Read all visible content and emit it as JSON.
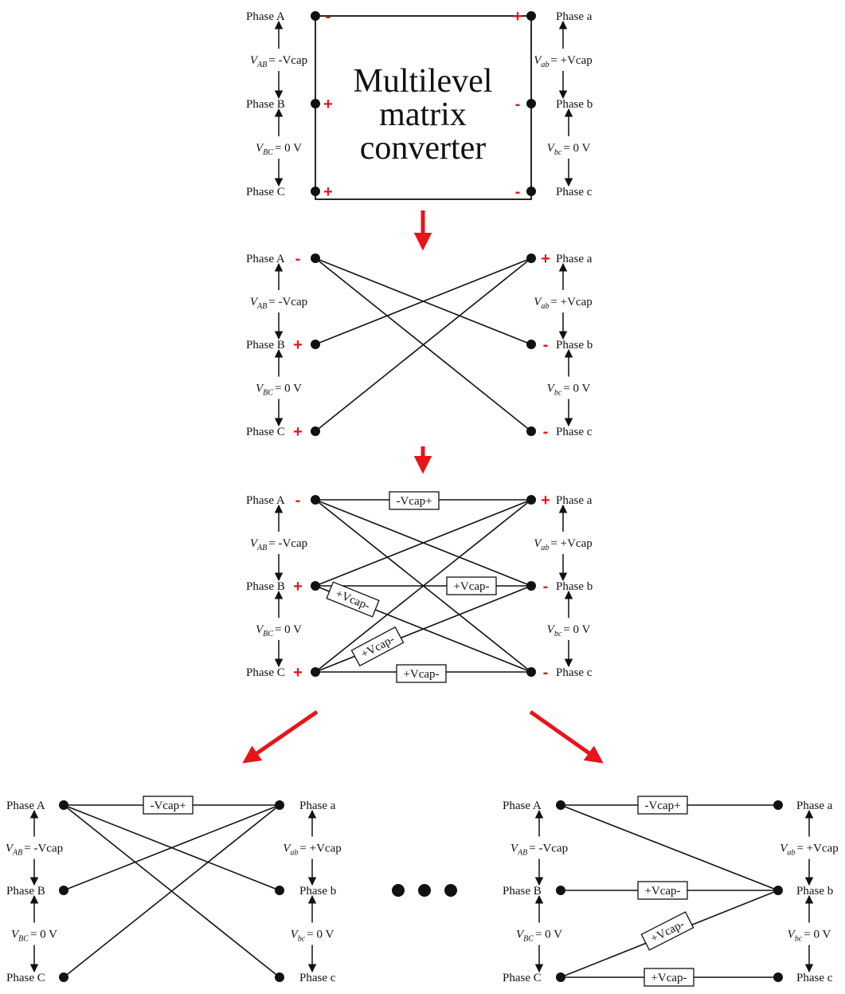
{
  "labels": {
    "phase_A": "Phase A",
    "phase_B": "Phase B",
    "phase_C": "Phase C",
    "phase_a": "Phase a",
    "phase_b": "Phase b",
    "phase_c": "Phase c",
    "vAB_sym": "V",
    "vAB_sub": "AB",
    "vAB_val": "= -Vcap",
    "vBC_sym": "V",
    "vBC_sub": "BC",
    "vBC_val": "= 0 V",
    "vab_sym": "V",
    "vab_sub": "ab",
    "vab_val": "= +Vcap",
    "vbc_sym": "V",
    "vbc_sub": "bc",
    "vbc_val": "= 0 V",
    "plus": "+",
    "minus": "-",
    "cap_neg_pos": "-Vcap+",
    "cap_pos_neg": "+Vcap-",
    "converter_line1": "Multilevel",
    "converter_line2": "matrix",
    "converter_line3": "converter"
  },
  "colors": {
    "accent_arrow": "#e8141a",
    "sign": "#e8141a",
    "line": "#111111"
  }
}
